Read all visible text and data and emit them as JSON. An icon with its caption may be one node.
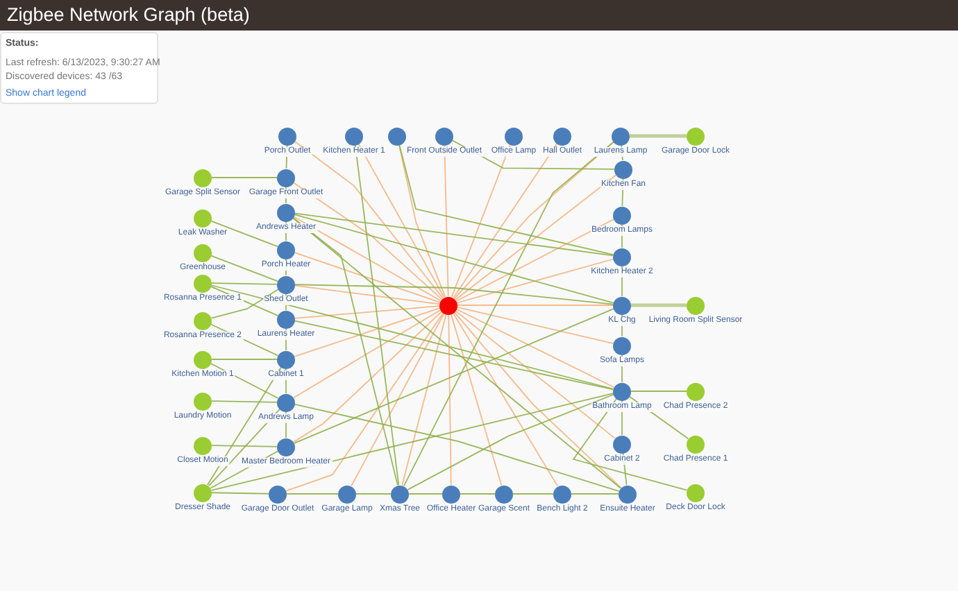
{
  "diagram": {
    "title": "Zigbee Network Graph (beta)",
    "nodes": [
      {
        "text": [
          "Porch Outlet"
        ]
      },
      {
        "text": [
          "Kitchen Heater 1"
        ]
      },
      {
        "text": [],
        "shape": "circle"
      },
      {
        "text": [
          "Front Outside Outlet"
        ]
      },
      {
        "text": [
          "Office Lamp"
        ]
      },
      {
        "text": [
          "Hall Outlet"
        ]
      },
      {
        "text": [
          "Laurens Lamp"
        ]
      },
      {
        "text": [
          "Garage Door Lock"
        ]
      },
      {
        "text": [
          "Garage Split Sensor"
        ]
      },
      {
        "text": [
          "Garage Front Outlet"
        ]
      },
      {
        "text": [
          "Kitchen Fan"
        ]
      },
      {
        "text": [
          "Andrews Heater"
        ]
      },
      {
        "text": [
          "Leak Washer"
        ]
      },
      {
        "text": [
          "Bedroom Lamps"
        ]
      },
      {
        "text": [
          "Greenhouse"
        ]
      },
      {
        "text": [
          "Porch Heater"
        ]
      },
      {
        "text": [
          "Kitchen Heater 2"
        ]
      },
      {
        "text": [
          "Rosanna Presence 1"
        ]
      },
      {
        "text": [
          "Shed Outlet"
        ]
      },
      {
        "text": [],
        "shape": "circle"
      },
      {
        "text": [
          "KL Chg"
        ]
      },
      {
        "text": [
          "Living Room Split Sensor"
        ]
      },
      {
        "text": [
          "Rosanna Presence 2"
        ]
      },
      {
        "text": [
          "Laurens Heater"
        ]
      },
      {
        "text": [
          "Sofa Lamps"
        ]
      },
      {
        "text": [
          "Kitchen Motion 1"
        ]
      },
      {
        "text": [
          "Cabinet 1"
        ]
      },
      {
        "text": [
          "Laundry Motion"
        ]
      },
      {
        "text": [
          "Andrews Lamp"
        ]
      },
      {
        "text": [
          "Bathroom Lamp"
        ]
      },
      {
        "text": [
          "Chad Presence 2"
        ]
      },
      {
        "text": [
          "Closet Motion"
        ]
      },
      {
        "text": [
          "Master Bedroom Heater"
        ]
      },
      {
        "text": [
          "Cabinet 2"
        ]
      },
      {
        "text": [
          "Chad Presence 1"
        ]
      },
      {
        "text": [
          "Dresser Shade"
        ]
      },
      {
        "text": [
          "Garage Door Outlet"
        ]
      },
      {
        "text": [
          "Garage Lamp"
        ]
      },
      {
        "text": [
          "Xmas Tree"
        ]
      },
      {
        "text": [
          "Office Heater"
        ]
      },
      {
        "text": [
          "Garage Scent"
        ]
      },
      {
        "text": [
          "Bench Light 2"
        ]
      },
      {
        "text": [
          "Ensuite Heater"
        ]
      },
      {
        "text": [
          "Deck Door Lock"
        ]
      }
    ],
    "edges": [
      {
        "from": 19,
        "to": 0,
        "arrow": "none",
        "color": "#f6b27e"
      },
      {
        "from": 19,
        "to": 1,
        "arrow": "none",
        "color": "#f6b27e"
      },
      {
        "from": 19,
        "to": 2,
        "arrow": "none",
        "color": "#f6b27e"
      },
      {
        "from": 19,
        "to": 3,
        "arrow": "none",
        "color": "#f6b27e"
      },
      {
        "from": 19,
        "to": 4,
        "arrow": "none",
        "color": "#f6b27e"
      },
      {
        "from": 19,
        "to": 5,
        "arrow": "none",
        "color": "#f6b27e"
      },
      {
        "from": 19,
        "to": 6,
        "arrow": "none",
        "color": "#f6b27e"
      },
      {
        "from": 19,
        "to": 9,
        "arrow": "none",
        "color": "#f6b27e"
      },
      {
        "from": 19,
        "to": 10,
        "arrow": "none",
        "color": "#f6b27e"
      },
      {
        "from": 19,
        "to": 11,
        "arrow": "none",
        "color": "#f6b27e"
      },
      {
        "from": 19,
        "to": 13,
        "arrow": "none",
        "color": "#f6b27e"
      },
      {
        "from": 19,
        "to": 15,
        "arrow": "none",
        "color": "#f6b27e"
      },
      {
        "from": 19,
        "to": 16,
        "arrow": "none",
        "color": "#f6b27e"
      },
      {
        "from": 19,
        "to": 18,
        "arrow": "none",
        "color": "#f6b27e"
      },
      {
        "from": 19,
        "to": 20,
        "arrow": "none",
        "color": "#f6b27e"
      },
      {
        "from": 19,
        "to": 23,
        "arrow": "none",
        "color": "#f6b27e"
      },
      {
        "from": 19,
        "to": 24,
        "arrow": "none",
        "color": "#f6b27e"
      },
      {
        "from": 19,
        "to": 26,
        "arrow": "none",
        "color": "#f6b27e"
      },
      {
        "from": 19,
        "to": 28,
        "arrow": "none",
        "color": "#f6b27e"
      },
      {
        "from": 19,
        "to": 29,
        "arrow": "none",
        "color": "#f6b27e"
      },
      {
        "from": 19,
        "to": 32,
        "arrow": "none",
        "color": "#f6b27e"
      },
      {
        "from": 19,
        "to": 33,
        "arrow": "none",
        "color": "#f6b27e"
      },
      {
        "from": 19,
        "to": 36,
        "arrow": "none",
        "color": "#f6b27e"
      },
      {
        "from": 19,
        "to": 37,
        "arrow": "none",
        "color": "#f6b27e"
      },
      {
        "from": 19,
        "to": 38,
        "arrow": "none",
        "color": "#f6b27e"
      },
      {
        "from": 19,
        "to": 39,
        "arrow": "none",
        "color": "#f6b27e"
      },
      {
        "from": 19,
        "to": 40,
        "arrow": "none",
        "color": "#f6b27e"
      },
      {
        "from": 19,
        "to": 41,
        "arrow": "none",
        "color": "#f6b27e"
      },
      {
        "from": 19,
        "to": 42,
        "arrow": "none",
        "color": "#f6b27e"
      },
      {
        "from": 6,
        "to": 7,
        "arrow": "none",
        "style": "thick"
      },
      {
        "from": 20,
        "to": 21,
        "arrow": "none",
        "style": "thick"
      },
      {
        "from": 29,
        "to": 30,
        "arrow": "none"
      },
      {
        "from": 29,
        "to": 34,
        "arrow": "none"
      },
      {
        "from": 29,
        "to": 43,
        "arrow": "none"
      },
      {
        "from": 10,
        "to": 13,
        "arrow": "none"
      },
      {
        "from": 13,
        "to": 16,
        "arrow": "none"
      },
      {
        "from": 16,
        "to": 20,
        "arrow": "none"
      },
      {
        "from": 20,
        "to": 24,
        "arrow": "none"
      },
      {
        "from": 24,
        "to": 29,
        "arrow": "none"
      },
      {
        "from": 29,
        "to": 33,
        "arrow": "none"
      },
      {
        "from": 33,
        "to": 42,
        "arrow": "none"
      },
      {
        "from": 6,
        "to": 10,
        "arrow": "none"
      },
      {
        "from": 0,
        "to": 9,
        "arrow": "none"
      },
      {
        "from": 9,
        "to": 11,
        "arrow": "none"
      },
      {
        "from": 11,
        "to": 15,
        "arrow": "none"
      },
      {
        "from": 15,
        "to": 18,
        "arrow": "none"
      },
      {
        "from": 18,
        "to": 23,
        "arrow": "none"
      },
      {
        "from": 23,
        "to": 26,
        "arrow": "none"
      },
      {
        "from": 26,
        "to": 28,
        "arrow": "none"
      },
      {
        "from": 28,
        "to": 32,
        "arrow": "none"
      },
      {
        "from": 35,
        "to": 36,
        "arrow": "none"
      },
      {
        "from": 36,
        "to": 37,
        "arrow": "none"
      },
      {
        "from": 37,
        "to": 38,
        "arrow": "none"
      },
      {
        "from": 38,
        "to": 39,
        "arrow": "none"
      },
      {
        "from": 39,
        "to": 40,
        "arrow": "none"
      },
      {
        "from": 40,
        "to": 41,
        "arrow": "none"
      },
      {
        "from": 41,
        "to": 42,
        "arrow": "none"
      },
      {
        "from": 8,
        "to": 9,
        "arrow": "none"
      },
      {
        "from": 12,
        "to": 15,
        "arrow": "none"
      },
      {
        "from": 14,
        "to": 18,
        "arrow": "none"
      },
      {
        "from": 17,
        "to": 18,
        "arrow": "none"
      },
      {
        "from": 17,
        "to": 29,
        "arrow": "none"
      },
      {
        "from": 17,
        "to": 23,
        "arrow": "none"
      },
      {
        "from": 22,
        "to": 18,
        "arrow": "none"
      },
      {
        "from": 22,
        "to": 26,
        "arrow": "none"
      },
      {
        "from": 25,
        "to": 26,
        "arrow": "none"
      },
      {
        "from": 25,
        "to": 28,
        "arrow": "none"
      },
      {
        "from": 27,
        "to": 28,
        "arrow": "none"
      },
      {
        "from": 31,
        "to": 32,
        "arrow": "none"
      },
      {
        "from": 35,
        "to": 32,
        "arrow": "none"
      },
      {
        "from": 35,
        "to": 28,
        "arrow": "none"
      },
      {
        "from": 35,
        "to": 26,
        "arrow": "none"
      },
      {
        "from": 35,
        "to": 29,
        "arrow": "none"
      },
      {
        "from": 11,
        "to": 16,
        "arrow": "none"
      },
      {
        "from": 11,
        "to": 20,
        "arrow": "none"
      },
      {
        "from": 11,
        "to": 42,
        "arrow": "none"
      },
      {
        "from": 18,
        "to": 20,
        "arrow": "none"
      },
      {
        "from": 23,
        "to": 29,
        "arrow": "none"
      },
      {
        "from": 32,
        "to": 20,
        "arrow": "none"
      },
      {
        "from": 38,
        "to": 11,
        "arrow": "none"
      },
      {
        "from": 38,
        "to": 29,
        "arrow": "none"
      },
      {
        "from": 38,
        "to": 6,
        "arrow": "none"
      },
      {
        "from": 1,
        "to": 38,
        "arrow": "none"
      },
      {
        "from": 2,
        "to": 16,
        "arrow": "none"
      },
      {
        "from": 3,
        "to": 10,
        "arrow": "none"
      },
      {
        "from": 28,
        "to": 42,
        "arrow": "none"
      }
    ],
    "labels": [
      "Status:",
      "Last refresh: 6/13/2023, 9:30:27 AM",
      "Discovered devices: 43 /63",
      "Show chart legend"
    ]
  }
}
